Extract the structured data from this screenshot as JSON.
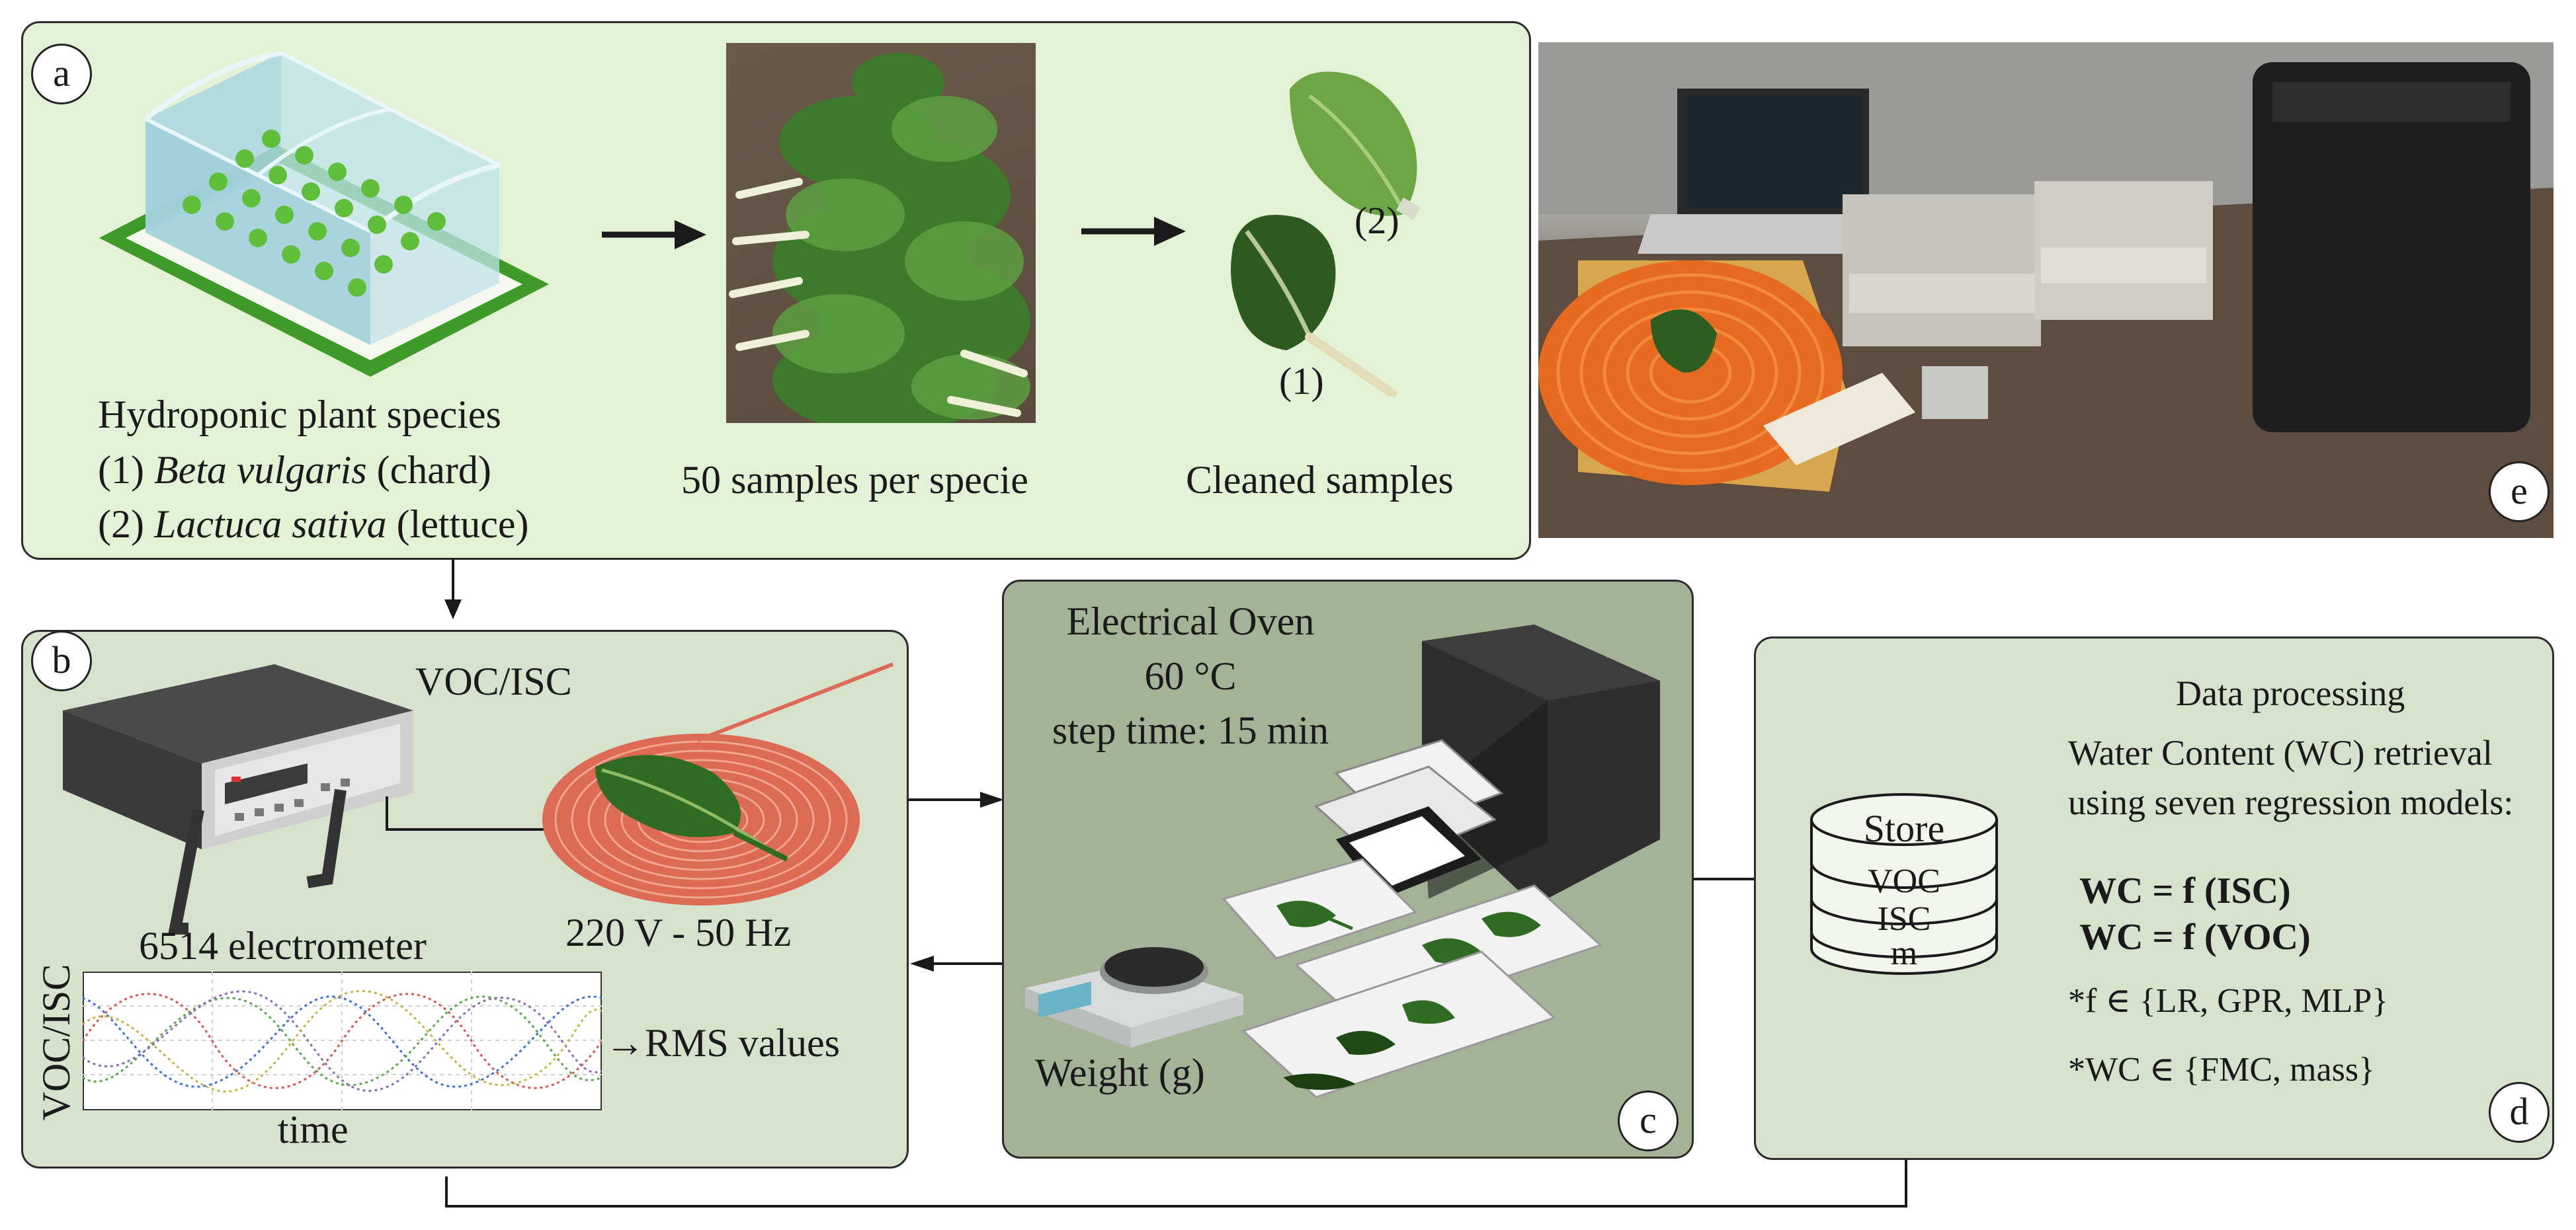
{
  "panels": {
    "a": {
      "letter": "a",
      "species_title": "Hydroponic plant species",
      "species_1_num": "(1)",
      "species_1_name": "Beta vulgaris",
      "species_1_common": "(chard)",
      "species_2_num": "(2)",
      "species_2_name": "Lactuca sativa",
      "species_2_common": "(lettuce)",
      "samples_caption": "50 samples per specie",
      "cleaned_caption": "Cleaned samples",
      "leaf_1_label": "(1)",
      "leaf_2_label": "(2)"
    },
    "b": {
      "letter": "b",
      "voc_isc_label": "VOC/ISC",
      "electrometer_caption": "6514 electrometer",
      "coil_caption": "220 V - 50 Hz",
      "plot_ylabel": "VOC/ISC",
      "plot_xlabel": "time",
      "rms_label": "→RMS values"
    },
    "c": {
      "letter": "c",
      "oven_line1": "Electrical Oven",
      "oven_line2": "60 °C",
      "oven_line3": "step time: 15 min",
      "weight_caption": "Weight (g)"
    },
    "d": {
      "letter": "d",
      "title": "Data processing",
      "line1": "Water  Content  (WC) retrieval",
      "line2": "using seven regression models:",
      "formula_1": "WC = f (ISC)",
      "formula_2": "WC = f (VOC)",
      "set_f": "*f ∈ {LR, GPR, MLP}",
      "set_wc": "*WC ∈  {FMC, mass}",
      "store_title": "Store",
      "store_rows": [
        "VOC",
        "ISC",
        "m"
      ]
    },
    "e": {
      "letter": "e"
    }
  },
  "colors": {
    "panel_a_bg": "#e3f2d4",
    "panel_b_bg": "#d6e2cc",
    "panel_c_bg": "#a4b396",
    "panel_d_bg": "#d6e2cc",
    "coil": "#dc6a55",
    "leaf": "#2f6b23"
  }
}
